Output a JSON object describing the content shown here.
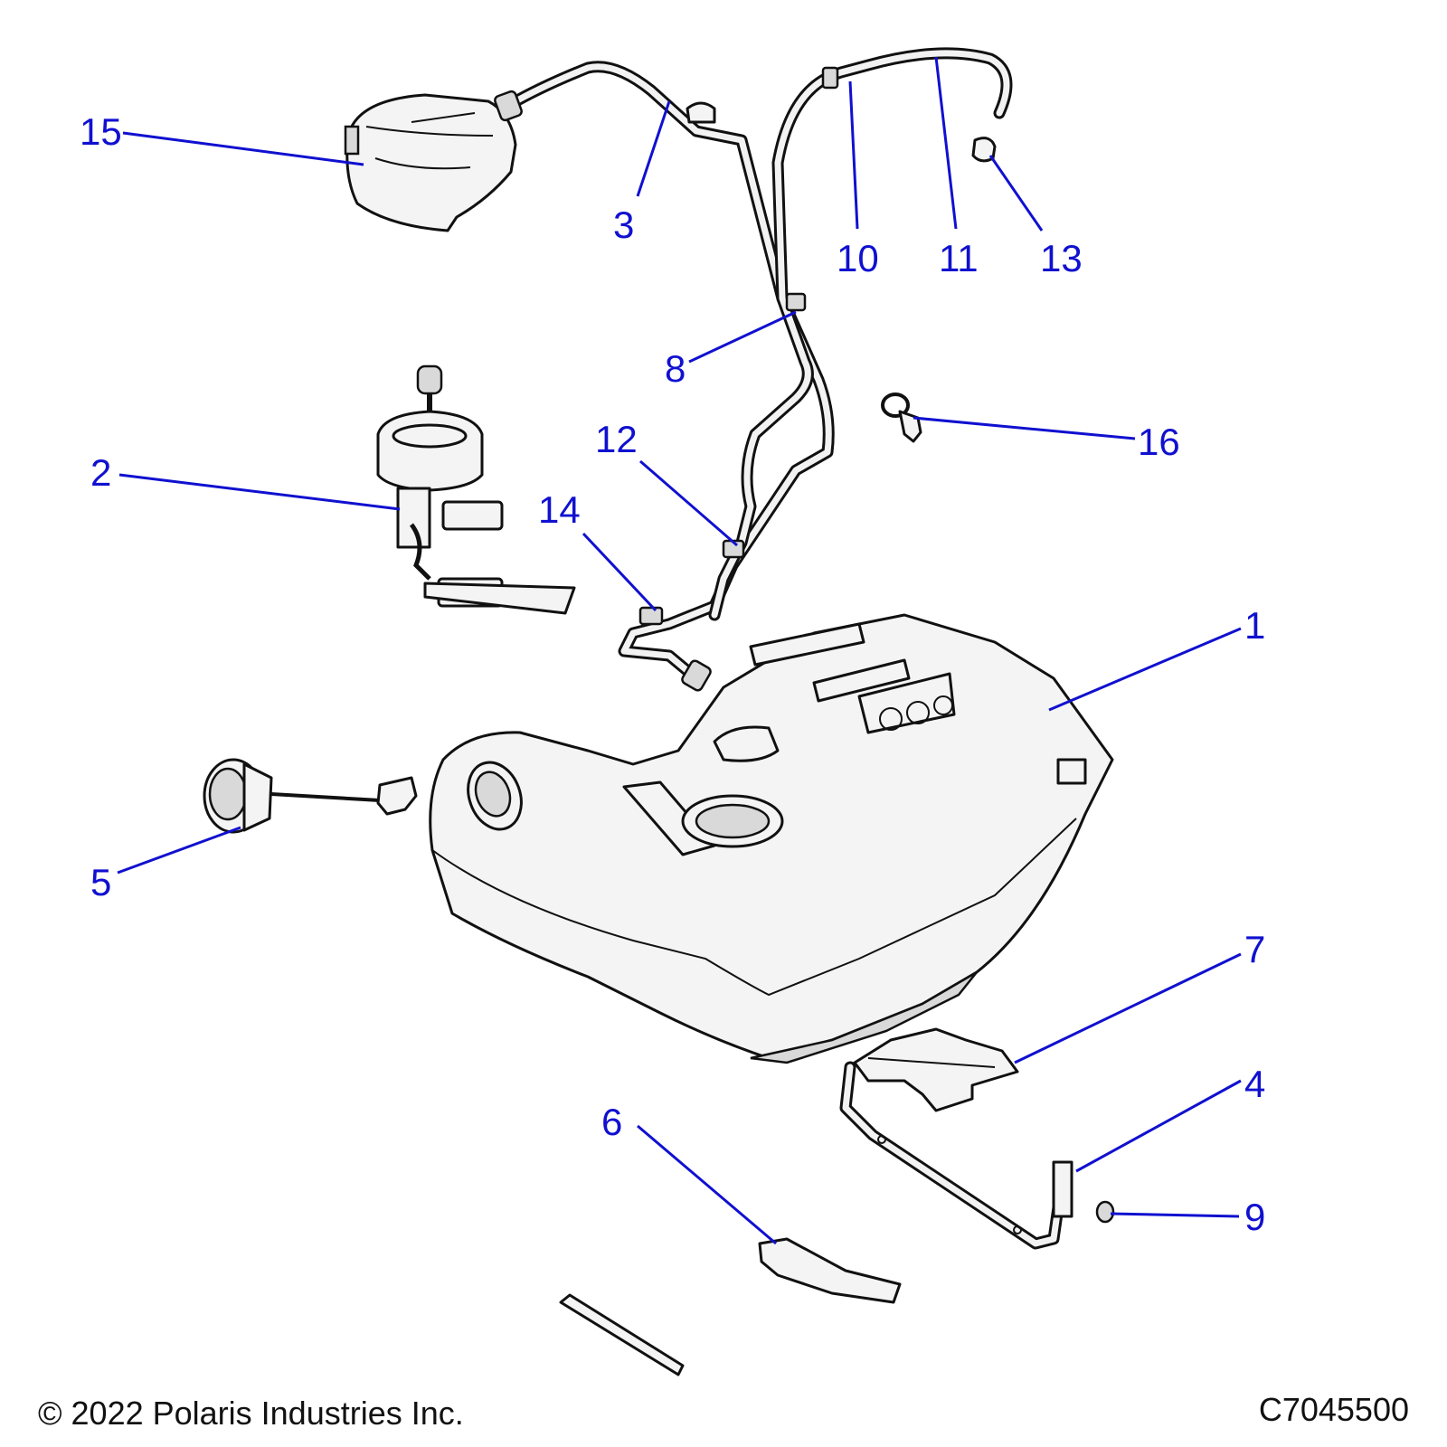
{
  "callouts": {
    "c1": "1",
    "c2": "2",
    "c3": "3",
    "c4": "4",
    "c5": "5",
    "c6": "6",
    "c7": "7",
    "c8": "8",
    "c9": "9",
    "c10": "10",
    "c11": "11",
    "c12": "12",
    "c13": "13",
    "c14": "14",
    "c15": "15",
    "c16": "16"
  },
  "footer": {
    "copyright": "© 2022 Polaris Industries Inc.",
    "figure_id": "C7045500"
  },
  "colors": {
    "callout": "#1010d0",
    "line_art": "#111111",
    "part_fill": "#f4f4f4"
  }
}
